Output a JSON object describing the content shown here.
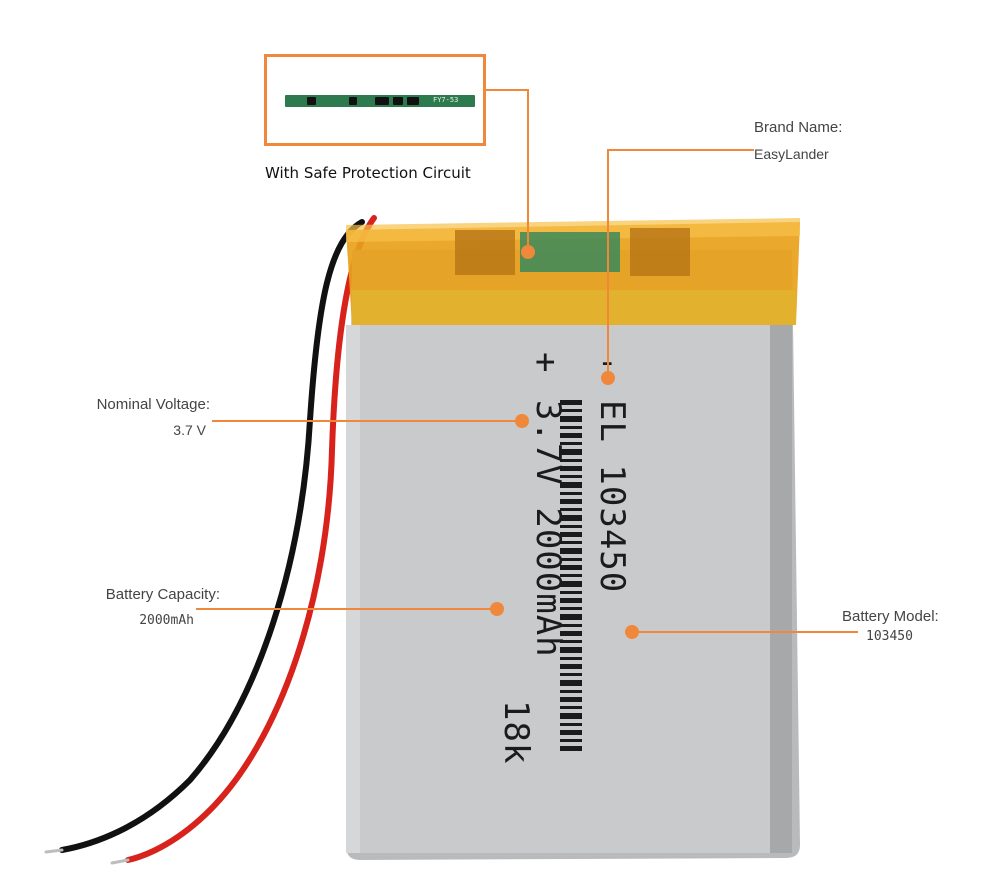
{
  "accent_color": "#f0883c",
  "inset": {
    "caption": "With Safe Protection Circuit",
    "pcb_marking": "FY7-53"
  },
  "labels": {
    "brand": {
      "title": "Brand Name:",
      "value": "EasyLander"
    },
    "voltage": {
      "title": "Nominal Voltage:",
      "value": "3.7 V"
    },
    "capacity": {
      "title": "Battery  Capacity:",
      "value": "2000mAh"
    },
    "model": {
      "title": "Battery Model:",
      "value": "103450"
    }
  },
  "battery_print": {
    "plus": "+",
    "minus": "-",
    "col1": "EL    103450",
    "col2": "3.7V  2000mAh",
    "col3": "18k"
  }
}
